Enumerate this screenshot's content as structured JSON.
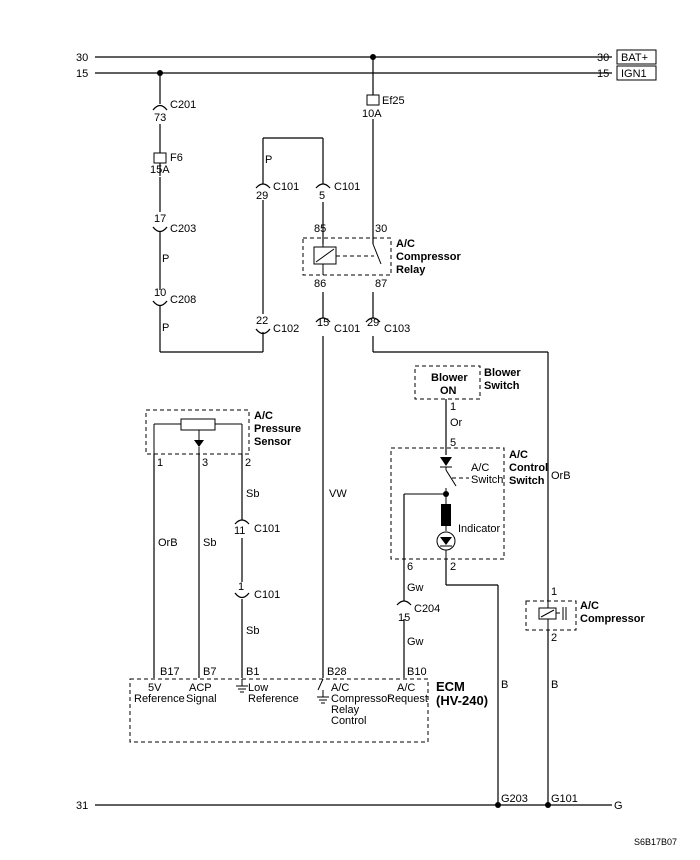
{
  "bus": {
    "bat_left": "30",
    "bat_right": "30",
    "bat_label": "BAT+",
    "ign_left": "15",
    "ign_right": "15",
    "ign_label": "IGN1",
    "gnd_left": "31",
    "gnd_right": "G"
  },
  "connectors": {
    "c201": {
      "pin": "73",
      "name": "C201"
    },
    "c203": {
      "pin": "17",
      "name": "C203"
    },
    "c208": {
      "pin": "10",
      "name": "C208"
    },
    "c101a": {
      "pin": "29",
      "name": "C101"
    },
    "c101b": {
      "pin": "5",
      "name": "C101"
    },
    "c102": {
      "pin": "22",
      "name": "C102"
    },
    "c101c": {
      "pin": "15",
      "name": "C101"
    },
    "c103": {
      "pin": "29",
      "name": "C103"
    },
    "c101d": {
      "pin": "11",
      "name": "C101"
    },
    "c101e": {
      "pin": "1",
      "name": "C101"
    },
    "c204": {
      "pin": "15",
      "name": "C204"
    }
  },
  "fuses": {
    "f6": {
      "name": "F6",
      "rating": "15A"
    },
    "ef25": {
      "name": "Ef25",
      "rating": "10A"
    }
  },
  "relay": {
    "pin85": "85",
    "pin30": "30",
    "pin86": "86",
    "pin87": "87",
    "label1": "A/C",
    "label2": "Compressor",
    "label3": "Relay"
  },
  "wires": {
    "p1": "P",
    "p2": "P",
    "p3": "P",
    "vw": "VW",
    "orb1": "OrB",
    "sb1": "Sb",
    "sb2": "Sb",
    "sb3": "Sb",
    "orb2": "OrB",
    "or": "Or",
    "gw1": "Gw",
    "gw2": "Gw",
    "b1": "B",
    "b2": "B"
  },
  "pressure_sensor": {
    "label1": "A/C",
    "label2": "Pressure",
    "label3": "Sensor",
    "pin1": "1",
    "pin3": "3",
    "pin2": "2"
  },
  "blower": {
    "box1": "Blower",
    "box2": "ON",
    "label1": "Blower",
    "label2": "Switch",
    "pin1": "1"
  },
  "control_switch": {
    "label1": "A/C",
    "label2": "Control",
    "label3": "Switch",
    "inner1": "A/C",
    "inner2": "Switch",
    "indicator": "Indicator",
    "pin5": "5",
    "pin6": "6",
    "pin2": "2"
  },
  "compressor": {
    "label1": "A/C",
    "label2": "Compressor",
    "pin1": "1",
    "pin2": "2"
  },
  "ecm": {
    "title1": "ECM",
    "title2": "(HV-240)",
    "pins": {
      "b17": "B17",
      "b7": "B7",
      "b1": "B1",
      "b28": "B28",
      "b10": "B10"
    },
    "labels": {
      "ref5v_1": "5V",
      "ref5v_2": "Reference",
      "acp_1": "ACP",
      "acp_2": "Signal",
      "low_1": "Low",
      "low_2": "Reference",
      "relay_1": "A/C",
      "relay_2": "Compressor",
      "relay_3": "Relay",
      "relay_4": "Control",
      "req_1": "A/C",
      "req_2": "Request"
    }
  },
  "grounds": {
    "g203": "G203",
    "g101": "G101"
  },
  "footer": {
    "code": "S6B17B07"
  }
}
